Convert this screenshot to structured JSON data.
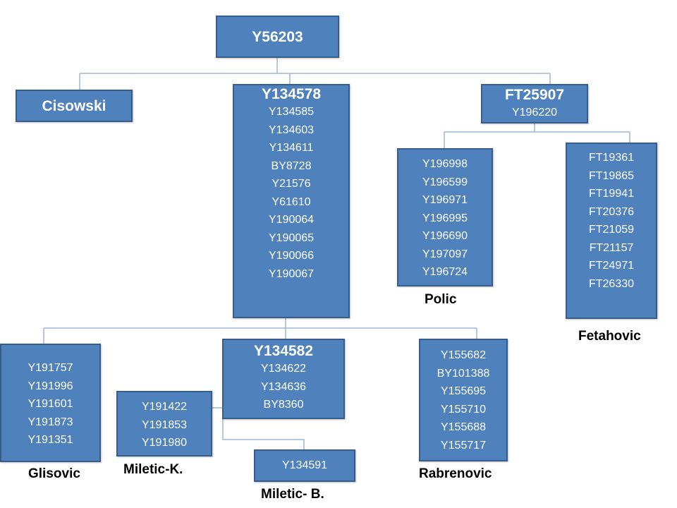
{
  "nodes": {
    "root": {
      "title": "Y56203"
    },
    "cisowski": {
      "title": "Cisowski"
    },
    "y134578": {
      "title": "Y134578",
      "items": [
        "Y134585",
        "Y134603",
        "Y134611",
        "BY8728",
        "Y21576",
        "Y61610",
        "Y190064",
        "Y190065",
        "Y190066",
        "Y190067"
      ]
    },
    "ft25907": {
      "title": "FT25907",
      "items": [
        "Y196220"
      ]
    },
    "polic": {
      "items": [
        "Y196998",
        "Y196599",
        "Y196971",
        "Y196995",
        "Y196690",
        "Y197097",
        "Y196724"
      ]
    },
    "fetahovic": {
      "items": [
        "FT19361",
        "FT19865",
        "FT19941",
        "FT20376",
        "FT21059",
        "FT21157",
        "FT24971",
        "FT26330"
      ]
    },
    "glisovic": {
      "items": [
        "Y191757",
        "Y191996",
        "Y191601",
        "Y191873",
        "Y191351"
      ]
    },
    "y134582": {
      "title": "Y134582",
      "items": [
        "Y134622",
        "Y134636",
        "BY8360"
      ]
    },
    "miletic_k": {
      "items": [
        "Y191422",
        "Y191853",
        "Y191980"
      ]
    },
    "miletic_b": {
      "items": [
        "Y134591"
      ]
    },
    "rabrenovic": {
      "items": [
        "Y155682",
        "BY101388",
        "Y155695",
        "Y155710",
        "Y155688",
        "Y155717"
      ]
    }
  },
  "captions": {
    "polic": "Polic",
    "fetahovic": "Fetahovic",
    "glisovic": "Glisovic",
    "miletic_k": "Miletic-K.",
    "miletic_b": "Miletic- B.",
    "rabrenovic": "Rabrenovic"
  },
  "colors": {
    "box_fill": "#4F81BD",
    "box_border": "#385D8A",
    "connector": "#9BB7D9"
  }
}
